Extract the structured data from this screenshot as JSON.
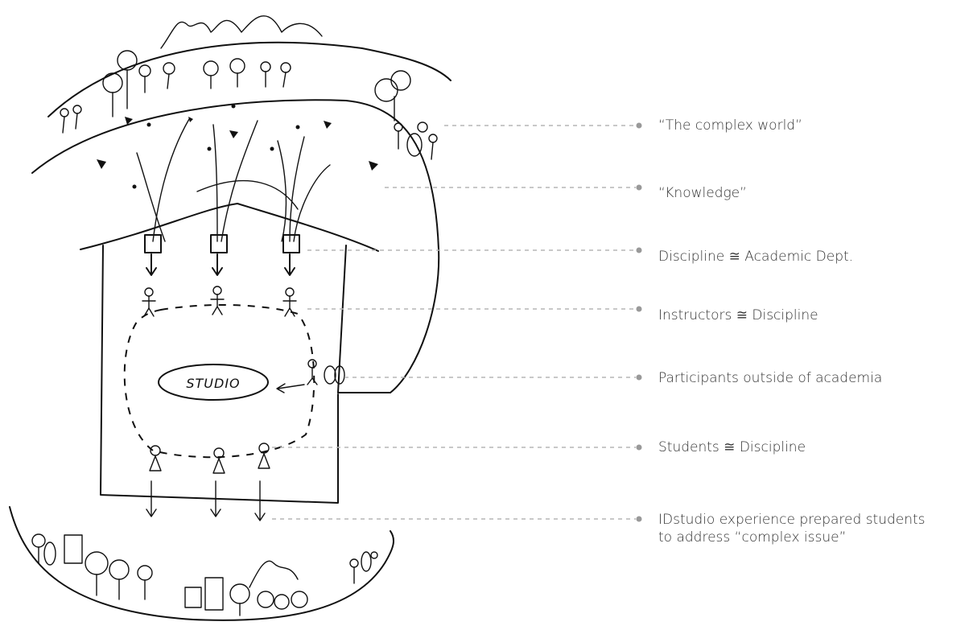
{
  "diagram": {
    "studio_label": "STUDIO",
    "labels": [
      {
        "text": "“The complex world”"
      },
      {
        "text": "“Knowledge”"
      },
      {
        "text": "Discipline ≅ Academic Dept."
      },
      {
        "text": "Instructors ≅ Discipline"
      },
      {
        "text": "Participants outside of academia"
      },
      {
        "text": "Students ≅ Discipline"
      },
      {
        "text": "IDstudio experience prepared students",
        "text2": "to address “complex issue”"
      }
    ]
  }
}
